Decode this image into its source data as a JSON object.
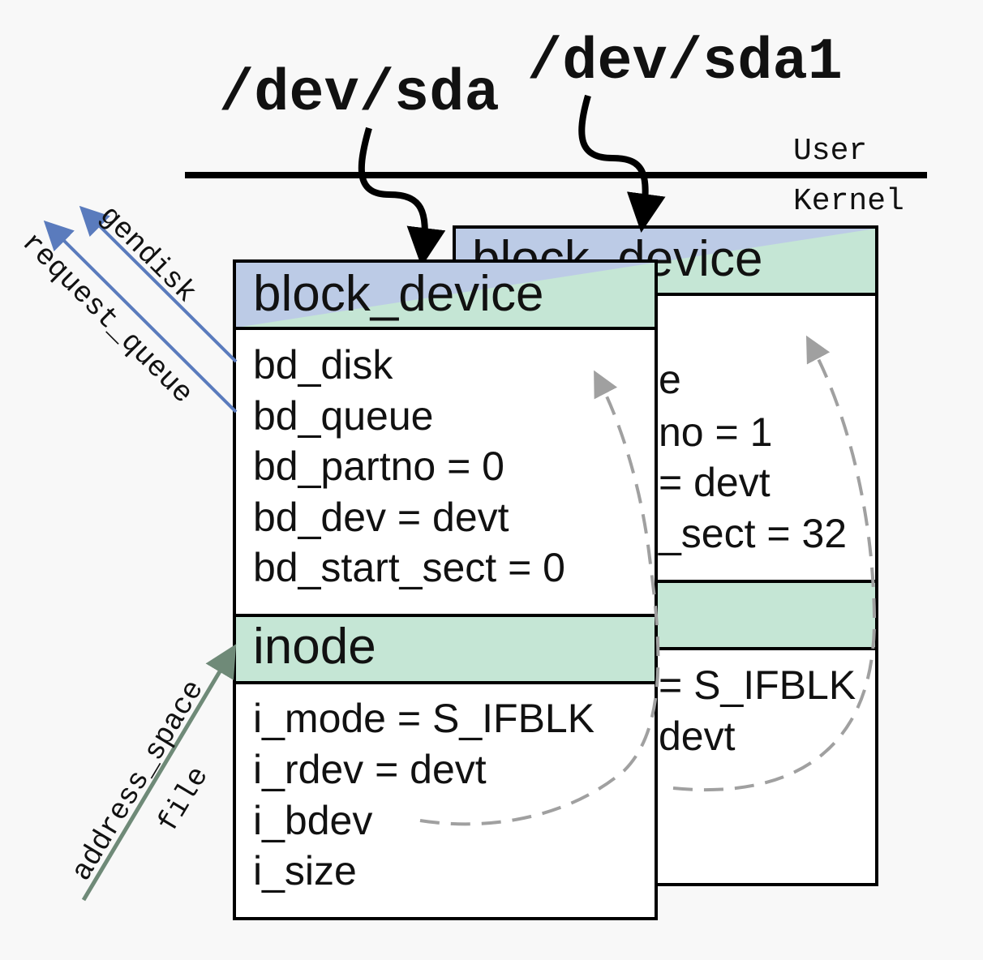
{
  "labels": {
    "dev_sda": "/dev/sda",
    "dev_sda1": "/dev/sda1",
    "user": "User",
    "kernel": "Kernel",
    "gendisk": "gendisk",
    "request_queue": "request_queue",
    "address_space": "address_space",
    "file": "file"
  },
  "front": {
    "header": "block_device",
    "fields": [
      "bd_disk",
      "bd_queue",
      "bd_partno = 0",
      "bd_dev = devt",
      "bd_start_sect = 0"
    ],
    "inode_header": "inode",
    "inode_fields": [
      "i_mode = S_IFBLK",
      "i_rdev = devt",
      "i_bdev",
      "i_size"
    ]
  },
  "back": {
    "header": "block_device",
    "fields": [
      "e",
      "no = 1",
      "= devt",
      "_sect = 32"
    ],
    "inode_fields": [
      "= S_IFBLK",
      "devt"
    ]
  },
  "colors": {
    "header_blue": "#bccbe6",
    "header_green": "#c5e6d5",
    "arrow_blue": "#5a7bbd",
    "arrow_gray_green": "#6f8a78",
    "dashed_gray": "#a0a0a0",
    "line": "#000000"
  }
}
